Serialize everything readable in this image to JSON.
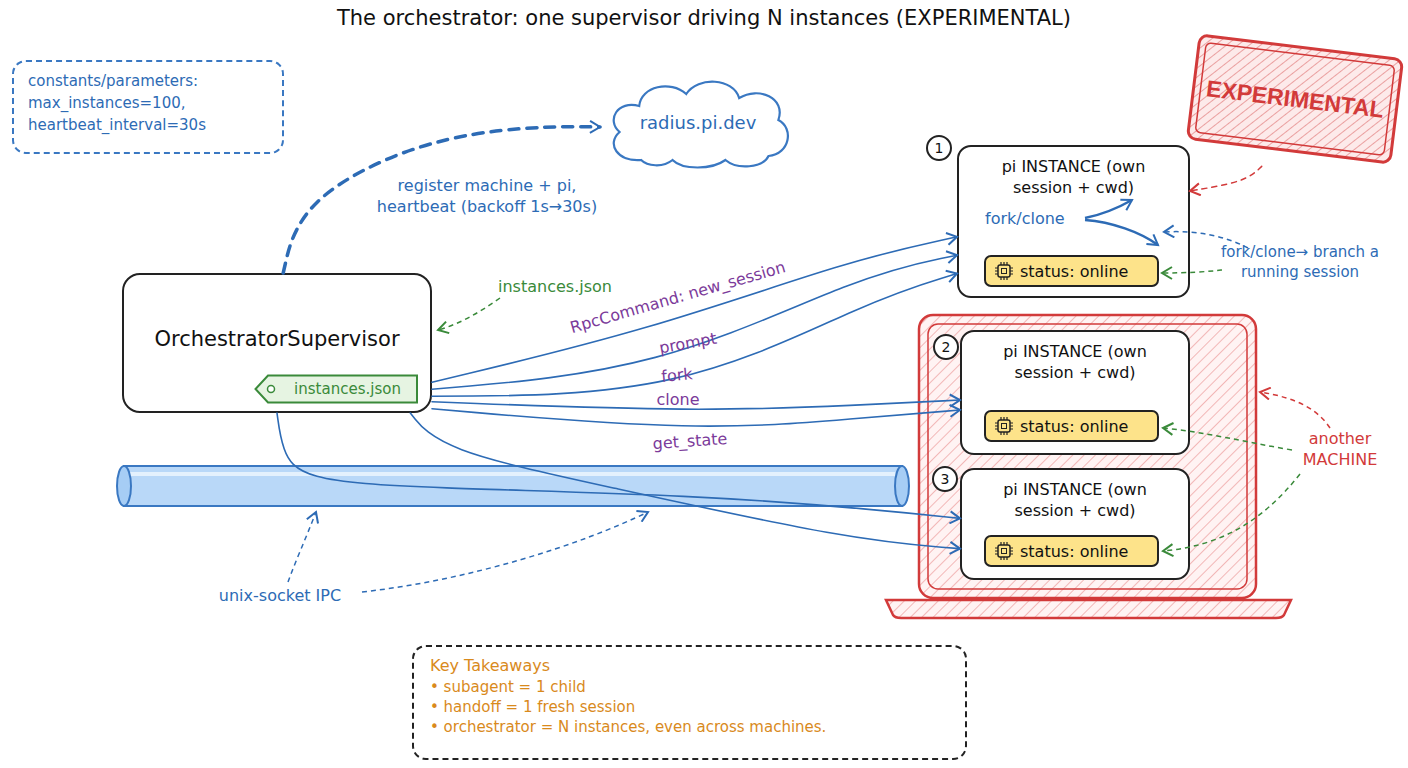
{
  "diagram": {
    "title": "The orchestrator: one supervisor driving N instances (EXPERIMENTAL)",
    "nodes": [
      {
        "text": [
          "constants/parameters:",
          "max_instances=100, heartbeat_interval=30s"
        ]
      },
      {
        "text": [
          "radius.pi.dev"
        ]
      },
      {
        "text": [
          "EXPERIMENTAL"
        ]
      },
      {
        "text": [
          "1"
        ]
      },
      {
        "text": [
          "pi INSTANCE (own session + cwd)",
          "fork/clone"
        ]
      },
      {
        "text": [
          "status: online"
        ],
        "in": 4
      },
      {
        "text": [
          "OrchestratorSupervisor"
        ]
      },
      {
        "text": [
          "instances.json"
        ],
        "in": 6
      },
      {
        "text": [
          "another MACHINE"
        ]
      },
      {
        "text": [
          "2"
        ],
        "in": 8
      },
      {
        "text": [
          "pi INSTANCE (own session + cwd)"
        ],
        "in": 8
      },
      {
        "text": [
          "status: online"
        ],
        "in": 10
      },
      {
        "text": [
          "3"
        ],
        "in": 8
      },
      {
        "text": [
          "pi INSTANCE (own session + cwd)"
        ],
        "in": 8
      },
      {
        "text": [
          "status: online"
        ],
        "in": 13
      },
      {
        "text": [
          "Key Takeaways",
          "• subagent = 1 child",
          "• handoff = 1 fresh session",
          "• orchestrator = N instances, even across machines."
        ]
      }
    ],
    "edges": [
      {
        "from": 6,
        "to": 1,
        "arrow": "to",
        "label": "register machine + pi, heartbeat (backoff 1s→30s)"
      },
      {
        "from": 6,
        "to": 4,
        "arrow": "to",
        "label": "RpcCommand: new_session"
      },
      {
        "from": 6,
        "to": 4,
        "arrow": "to",
        "label": "prompt"
      },
      {
        "from": 6,
        "to": 4,
        "arrow": "to",
        "label": "fork"
      },
      {
        "from": 6,
        "to": 10,
        "arrow": "to",
        "label": "clone"
      },
      {
        "from": 6,
        "to": 10,
        "arrow": "to",
        "label": "get_state"
      },
      {
        "from": 6,
        "to": 13,
        "arrow": "to"
      },
      {
        "from": 6,
        "to": 13,
        "arrow": "to"
      },
      {
        "from": 2,
        "to": 4,
        "arrow": "to"
      }
    ],
    "labels": [
      "instances.json",
      "unix-socket IPC",
      "fork/clone→ branch a running session"
    ]
  }
}
